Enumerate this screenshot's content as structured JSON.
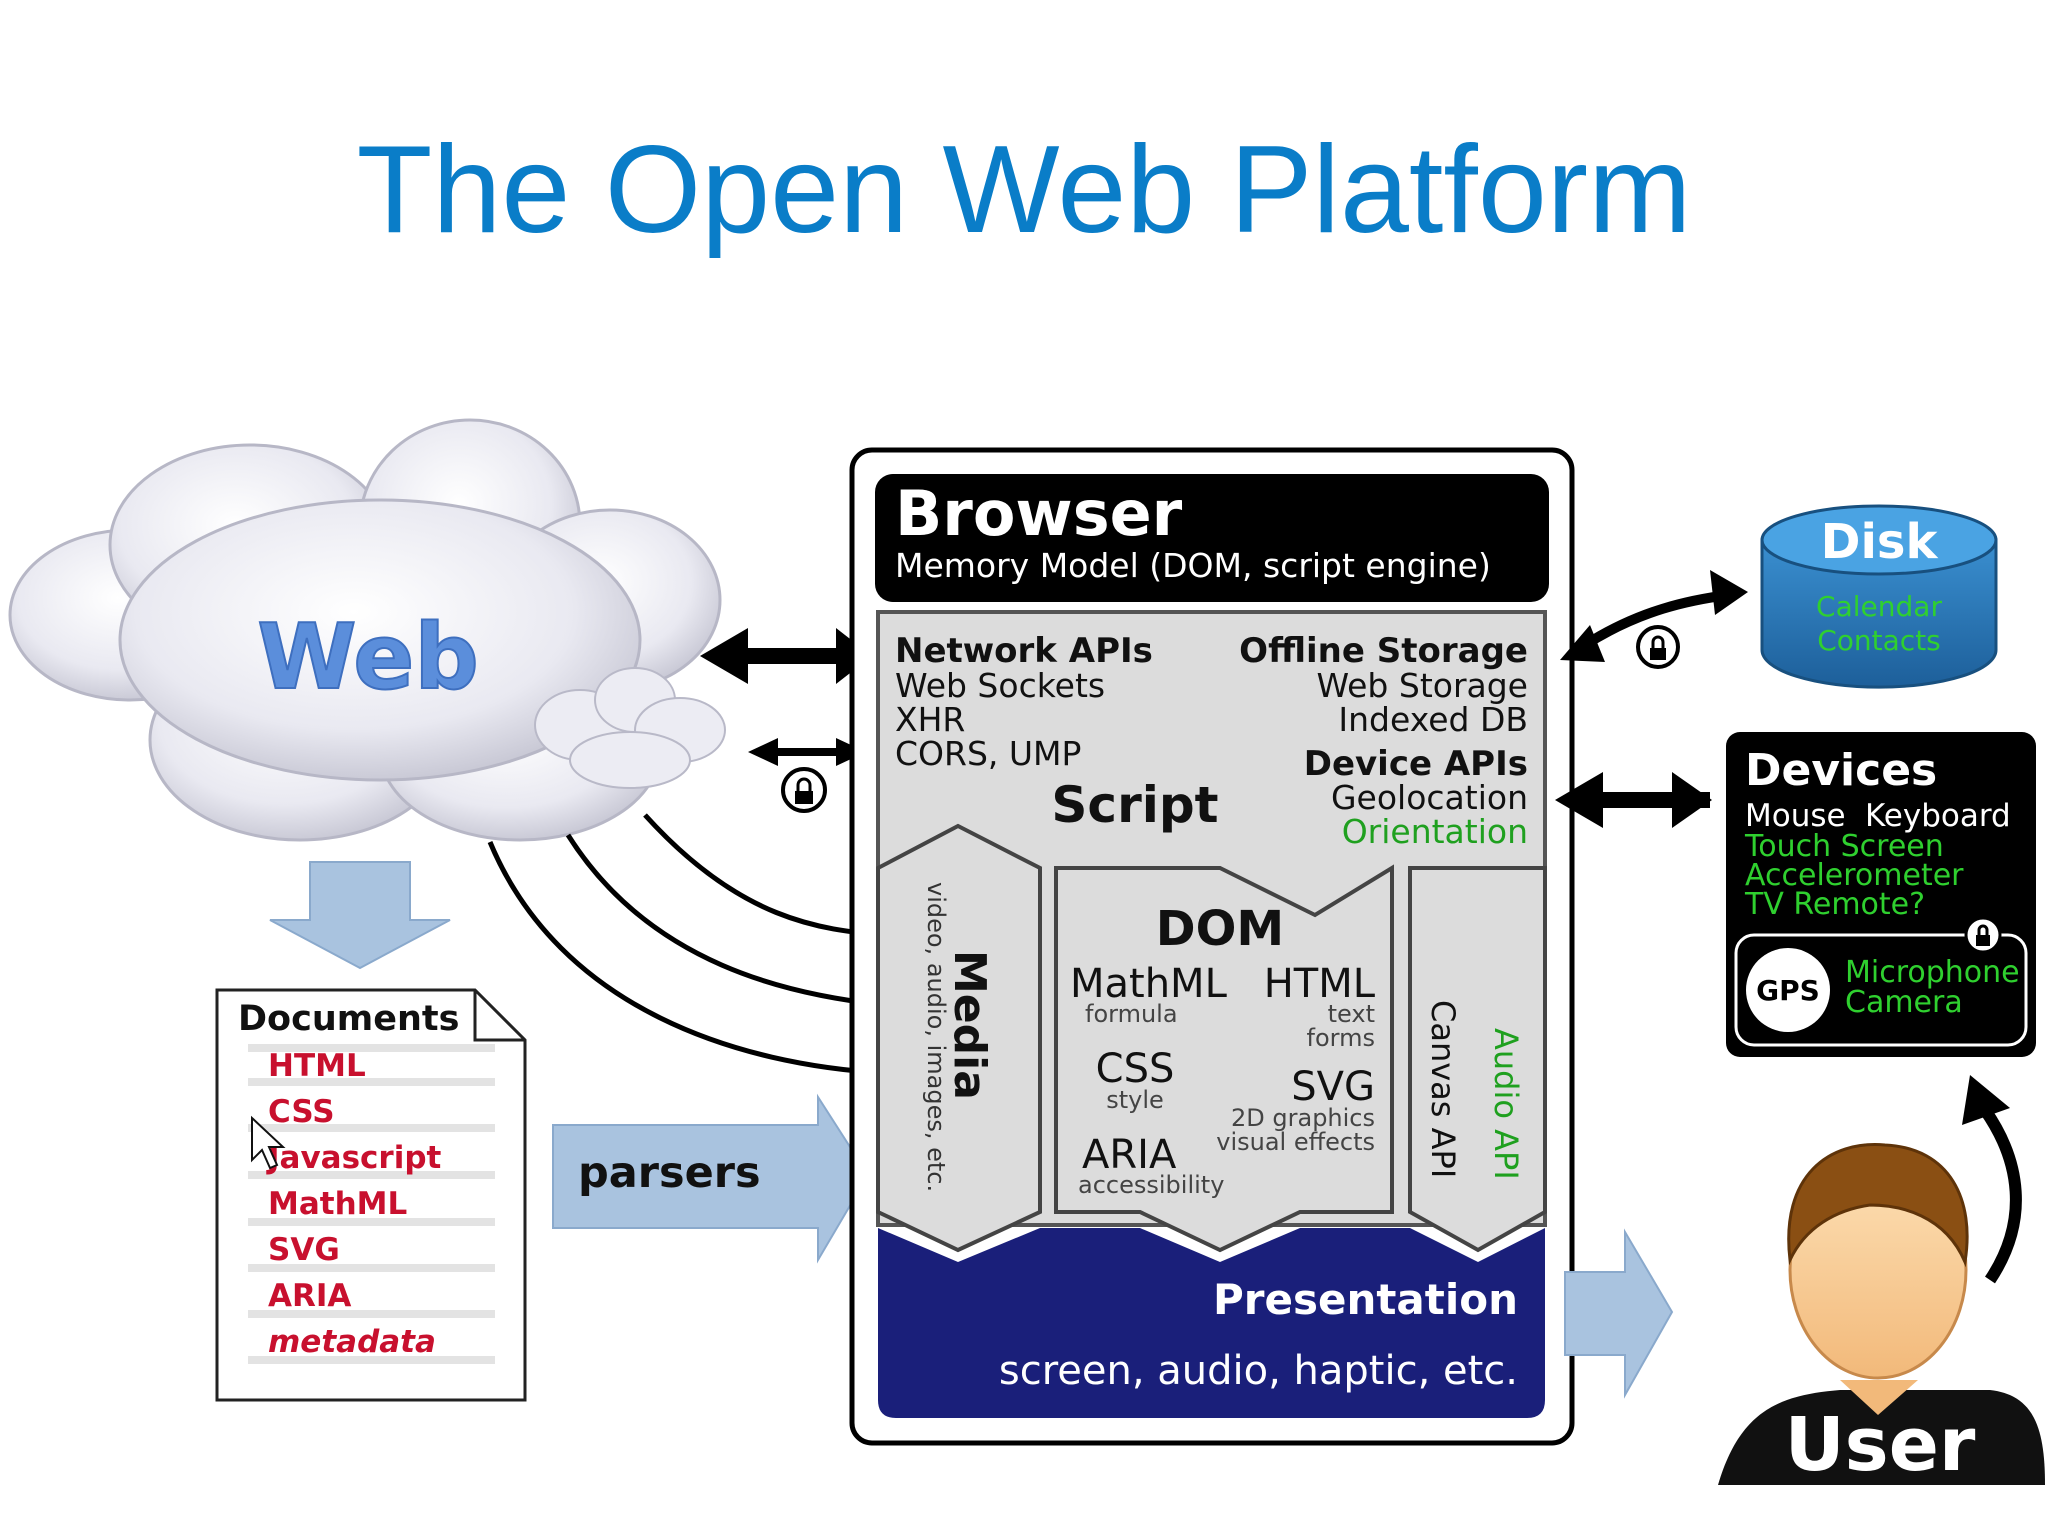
{
  "title": "The Open Web Platform",
  "web": {
    "label": "Web"
  },
  "documents": {
    "heading": "Documents",
    "items": [
      "HTML",
      "CSS",
      "Javascript",
      "MathML",
      "SVG",
      "ARIA",
      "metadata"
    ]
  },
  "parsers": {
    "label": "parsers"
  },
  "browser": {
    "title": "Browser",
    "subtitle": "Memory Model (DOM, script engine)",
    "network": {
      "heading": "Network APIs",
      "items": [
        "Web Sockets",
        "XHR",
        "CORS, UMP"
      ]
    },
    "offline": {
      "heading": "Offline Storage",
      "items": [
        "Web Storage",
        "Indexed DB"
      ]
    },
    "device_apis": {
      "heading": "Device APIs",
      "item1": "Geolocation",
      "item2": "Orientation"
    },
    "script": "Script",
    "media": {
      "label": "Media",
      "sub": "video, audio, images, etc."
    },
    "dom": {
      "title": "DOM",
      "mathml": "MathML",
      "mathml_sub": "formula",
      "html": "HTML",
      "html_sub1": "text",
      "html_sub2": "forms",
      "css": "CSS",
      "css_sub": "style",
      "svg": "SVG",
      "svg_sub1": "2D graphics",
      "svg_sub2": "visual effects",
      "aria": "ARIA",
      "aria_sub": "accessibility"
    },
    "canvas_api": "Canvas API",
    "audio_api": "Audio API",
    "presentation": {
      "title": "Presentation",
      "sub": "screen, audio, haptic, etc."
    }
  },
  "disk": {
    "label": "Disk",
    "items": [
      "Calendar",
      "Contacts"
    ]
  },
  "devices": {
    "title": "Devices",
    "row1a": "Mouse",
    "row1b": "Keyboard",
    "items": [
      "Touch Screen",
      "Accelerometer",
      "TV Remote?"
    ],
    "gps": "GPS",
    "gps_items": [
      "Microphone",
      "Camera"
    ]
  },
  "user": {
    "label": "User"
  },
  "colors": {
    "title": "#0a7dc8",
    "doc_red": "#c8102e",
    "green": "#1fa01f",
    "presentation": "#1a1f7a",
    "arrow_fill": "#a9c3df",
    "web_label": "#5b8edb"
  }
}
